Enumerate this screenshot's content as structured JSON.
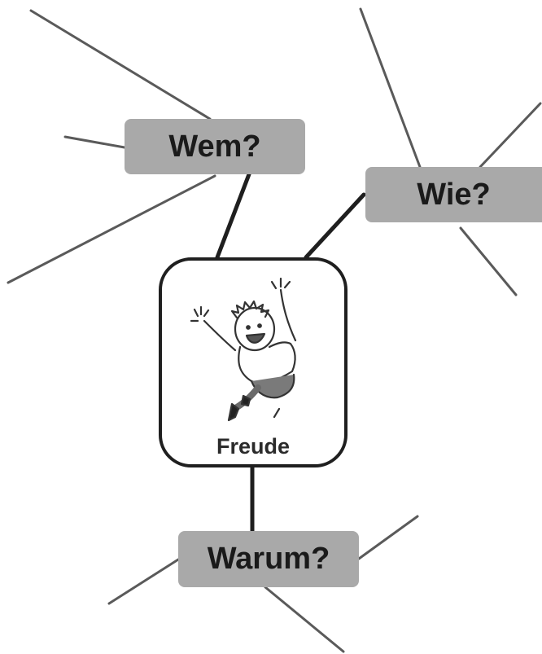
{
  "diagram": {
    "center": {
      "label": "Freude",
      "illustration": "jumping-child"
    },
    "questions": [
      {
        "id": "wem",
        "label": "Wem?"
      },
      {
        "id": "wie",
        "label": "Wie?"
      },
      {
        "id": "warum",
        "label": "Warum?"
      }
    ]
  },
  "colors": {
    "box_fill": "#a9a9a9",
    "line": "#555555",
    "connector": "#1f1f1f",
    "text": "#1a1a1a"
  }
}
